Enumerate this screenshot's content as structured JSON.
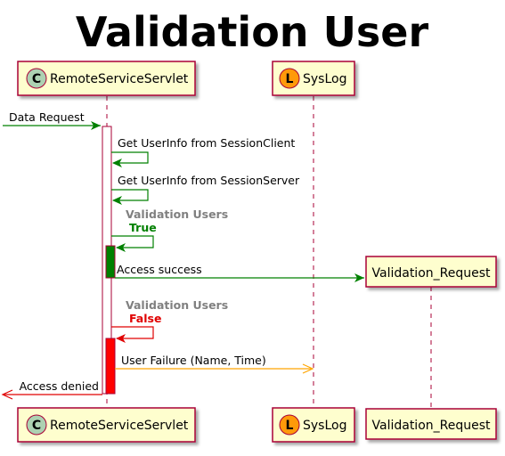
{
  "title": "Validation User",
  "participants": {
    "p1": {
      "name": "RemoteServiceServlet",
      "badge": "C",
      "badge_color": "#ADD1B2"
    },
    "p2": {
      "name": "SysLog",
      "badge": "L",
      "badge_color": "#FF9A09"
    },
    "p3": {
      "name": "Validation_Request"
    }
  },
  "messages": {
    "m1": {
      "label": "Data Request",
      "color": "#008000"
    },
    "m2": {
      "label": "Get UserInfo from SessionClient",
      "color": "#008000"
    },
    "m3": {
      "label": "Get UserInfo from SessionServer",
      "color": "#008000"
    },
    "m4": {
      "heading": "Validation Users",
      "label": "True",
      "color": "#008000"
    },
    "m5": {
      "label": "Access success",
      "color": "#008000"
    },
    "m6": {
      "heading": "Validation Users",
      "label": "False",
      "color": "#E00000"
    },
    "m7": {
      "label": "User Failure (Name, Time)",
      "color": "#FFA500"
    },
    "m8": {
      "label": "Access denied",
      "color": "#E00000"
    }
  },
  "colors": {
    "participant_fill": "#FEFECE",
    "participant_border": "#A80036",
    "lifeline": "#A80036",
    "activation_default": "#FFFFFF",
    "activation_success": "#008000",
    "activation_failure": "#FF0000",
    "heading_gray": "#808080"
  }
}
